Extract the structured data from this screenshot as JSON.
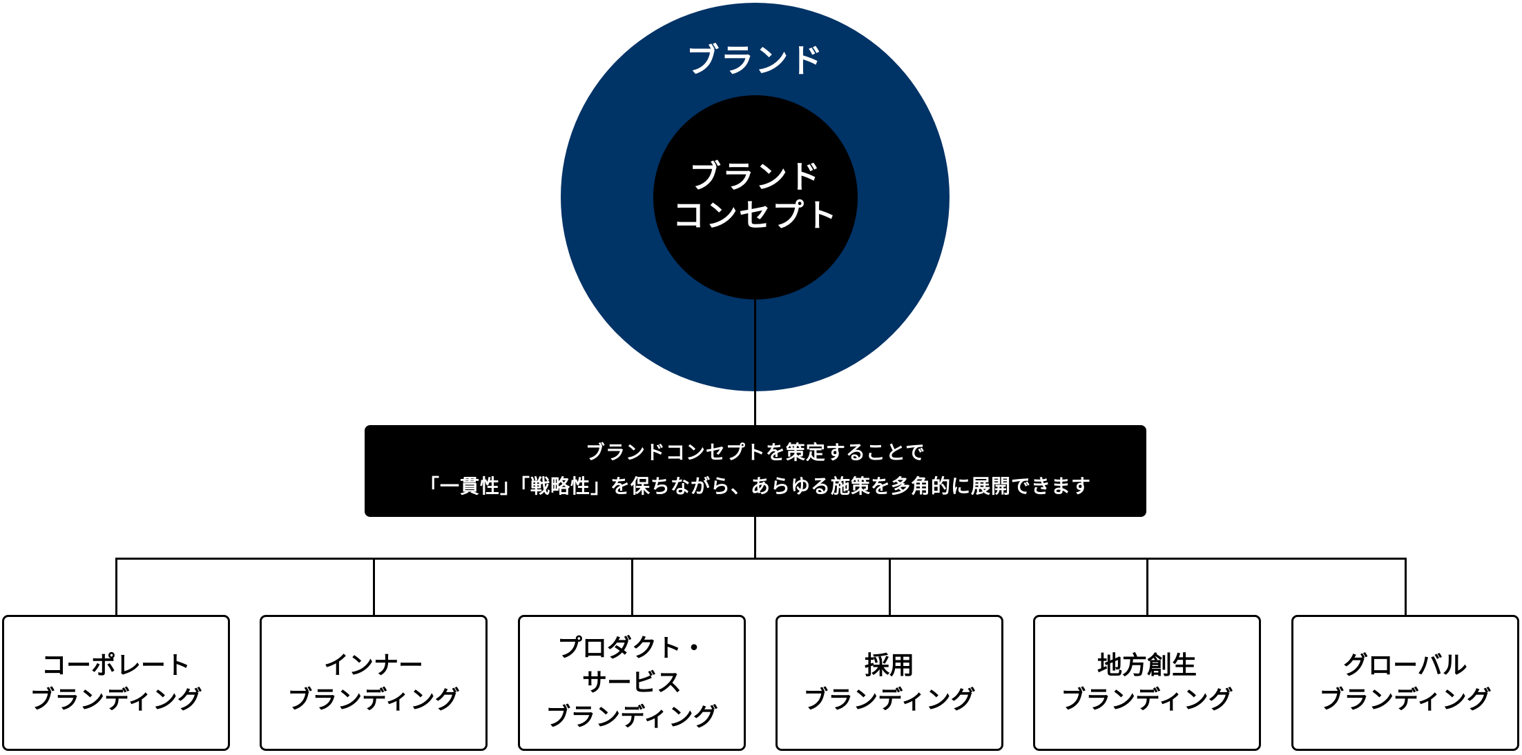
{
  "colors": {
    "outer_circle": "#003366",
    "inner_circle": "#000000",
    "banner": "#000000",
    "lines": "#000000"
  },
  "outer": {
    "label": "ブランド"
  },
  "inner": {
    "line1": "ブランド",
    "line2": "コンセプト"
  },
  "banner": {
    "line1": "ブランドコンセプトを策定することで",
    "line2": "「一貫性」「戦略性」を保ちながら、あらゆる施策を多角的に展開できます"
  },
  "boxes": [
    {
      "lines": [
        "コーポレート",
        "ブランディング"
      ]
    },
    {
      "lines": [
        "インナー",
        "ブランディング"
      ]
    },
    {
      "lines": [
        "プロダクト・",
        "サービス",
        "ブランディング"
      ]
    },
    {
      "lines": [
        "採用",
        "ブランディング"
      ]
    },
    {
      "lines": [
        "地方創生",
        "ブランディング"
      ]
    },
    {
      "lines": [
        "グローバル",
        "ブランディング"
      ]
    }
  ]
}
